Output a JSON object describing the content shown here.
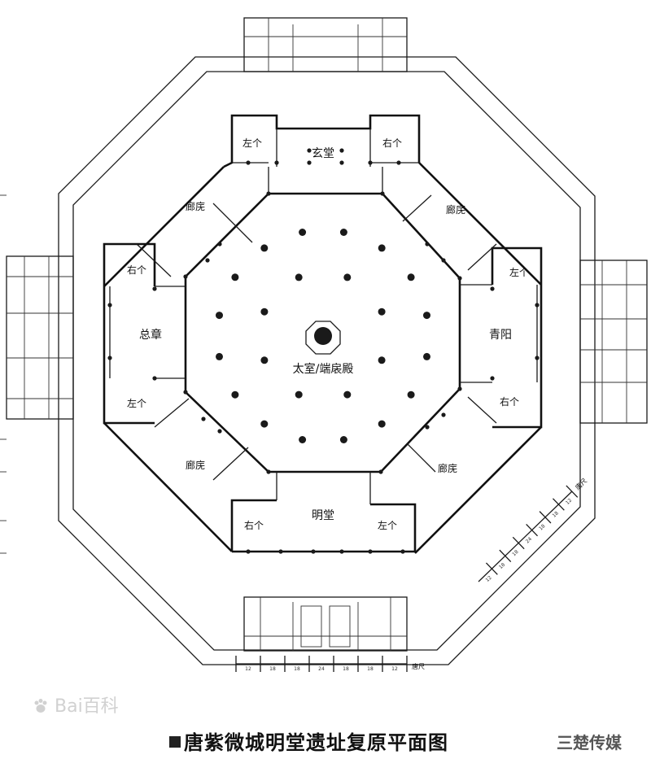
{
  "title": "唐紫微城明堂遗址复原平面图",
  "publisher": "三楚传媒",
  "watermark": "Bai百科",
  "labels": {
    "north_left": "左个",
    "north_hall": "玄堂",
    "north_right": "右个",
    "nw_gallery": "廊庑",
    "ne_gallery": "廊庑",
    "west_top": "右个",
    "west_hall": "总章",
    "west_bottom": "左个",
    "east_top": "左个",
    "east_hall": "青阳",
    "east_bottom": "右个",
    "center": "太室/端扆殿",
    "sw_gallery": "廊庑",
    "se_gallery": "廊庑",
    "south_left": "右个",
    "south_hall": "明堂",
    "south_right": "左个"
  },
  "scale_bottom": {
    "ticks": [
      "12",
      "18",
      "18",
      "24",
      "18",
      "18",
      "12"
    ],
    "unit": "唐尺"
  },
  "scale_diagonal": {
    "ticks": [
      "12",
      "18",
      "18",
      "24",
      "18",
      "18",
      "12"
    ],
    "unit": "唐尺"
  }
}
